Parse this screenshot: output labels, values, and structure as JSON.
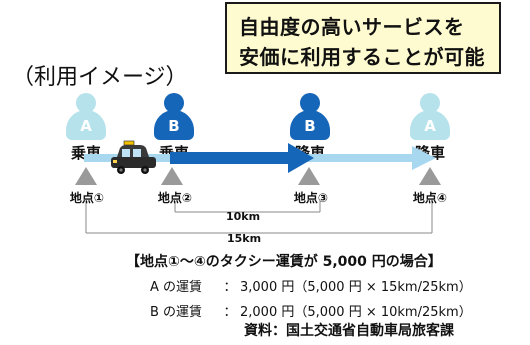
{
  "callout": {
    "line1": "自由度の高いサービスを",
    "line2": "安価に利用することが可能"
  },
  "usage_title": "（利用イメージ）",
  "persons": [
    {
      "letter": "A",
      "action": "乗車",
      "tone": "light"
    },
    {
      "letter": "B",
      "action": "乗車",
      "tone": "dark"
    },
    {
      "letter": "B",
      "action": "降車",
      "tone": "dark"
    },
    {
      "letter": "A",
      "action": "降車",
      "tone": "light"
    }
  ],
  "points": [
    "地点①",
    "地点②",
    "地点③",
    "地点④"
  ],
  "distances": {
    "b_segment": "10km",
    "a_segment": "15km"
  },
  "case_title": "【地点①～④のタクシー運賃が 5,000 円の場合】",
  "fares": [
    {
      "who": "A の運賃",
      "sep": "：",
      "amount": "3,000 円（5,000 円 × 15km/25km）"
    },
    {
      "who": "B の運賃",
      "sep": "：",
      "amount": "2,000 円（5,000 円 × 10km/25km）"
    }
  ],
  "source": "資料：国土交通省自動車局旅客課",
  "colors": {
    "light_route": "#a8d8f0",
    "dark_route": "#1565b8",
    "person_light": "#b6e2ec",
    "person_dark": "#1565b8",
    "marker": "#9a9a9a",
    "callout_bg": "#fffbd0"
  },
  "icons": [
    "person-icon",
    "taxi-icon",
    "point-marker-icon"
  ]
}
